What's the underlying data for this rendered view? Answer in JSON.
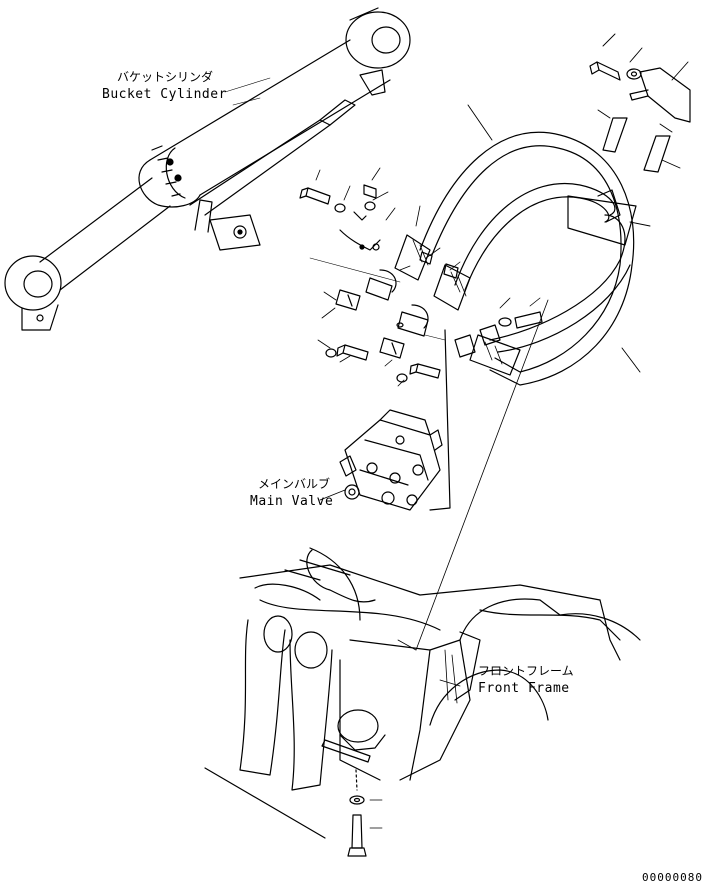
{
  "labels": {
    "bucket_cylinder": {
      "jp": "バケットシリンダ",
      "en": "Bucket Cylinder"
    },
    "main_valve": {
      "jp": "メインバルブ",
      "en": "Main Valve"
    },
    "front_frame": {
      "jp": "フロントフレーム",
      "en": "Front Frame"
    }
  },
  "drawing_number": "00000080"
}
